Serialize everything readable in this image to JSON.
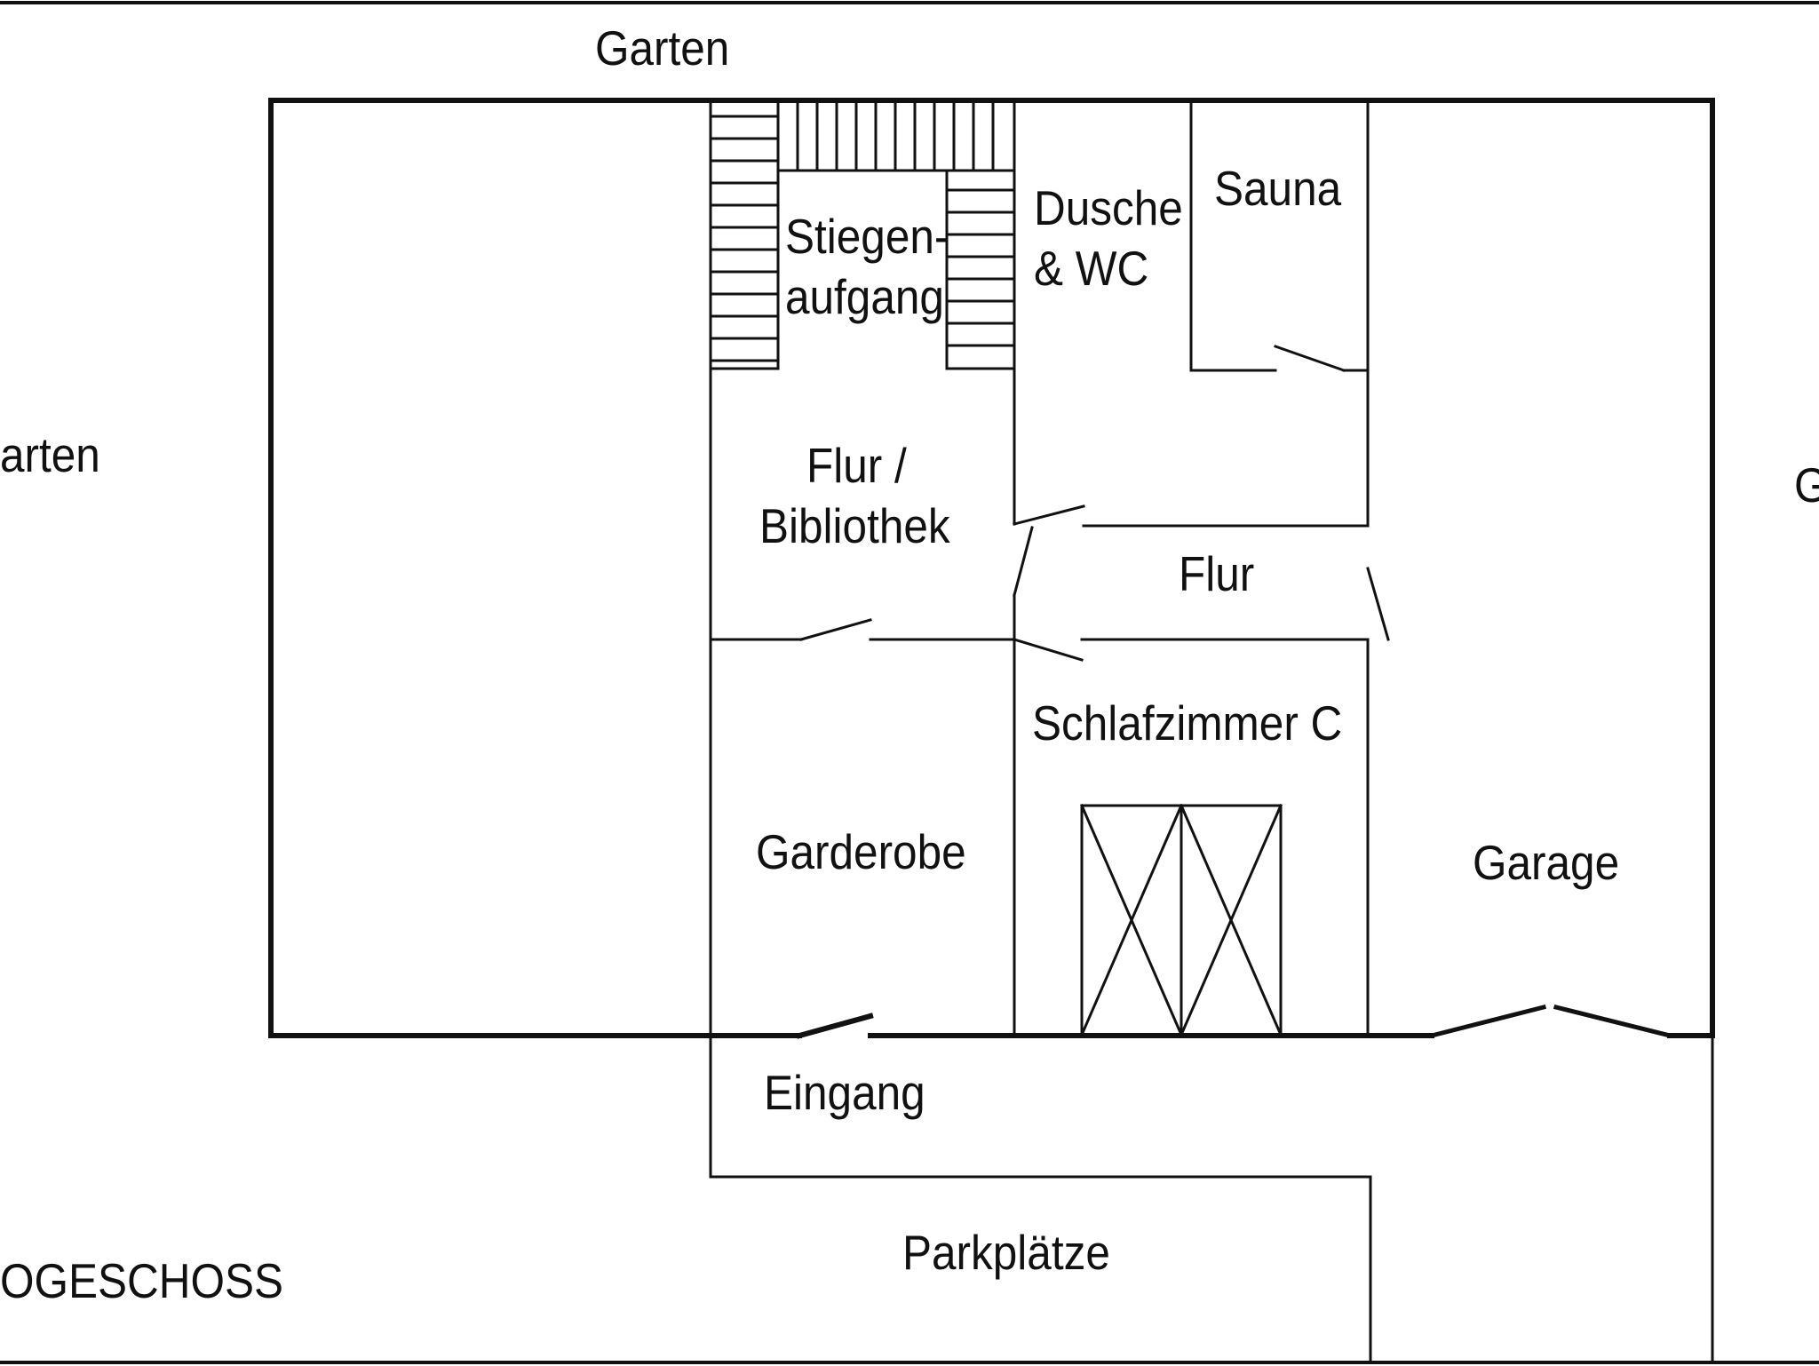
{
  "labels": {
    "garten_top": "Garten",
    "garten_left": "arten",
    "garten_right": "G",
    "stiegen_1": "Stiegen-",
    "stiegen_2": "aufgang",
    "dusche_1": "Dusche",
    "dusche_2": "& WC",
    "sauna": "Sauna",
    "flur_bib_1": "Flur /",
    "flur_bib_2": "Bibliothek",
    "flur": "Flur",
    "schlafzimmer": "Schlafzimmer C",
    "garderobe": "Garderobe",
    "garage": "Garage",
    "eingang": "Eingang",
    "parkplaetze": "Parkplätze",
    "geschoss": "OGESCHOSS"
  },
  "colors": {
    "line": "#111111",
    "background": "#ffffff"
  }
}
